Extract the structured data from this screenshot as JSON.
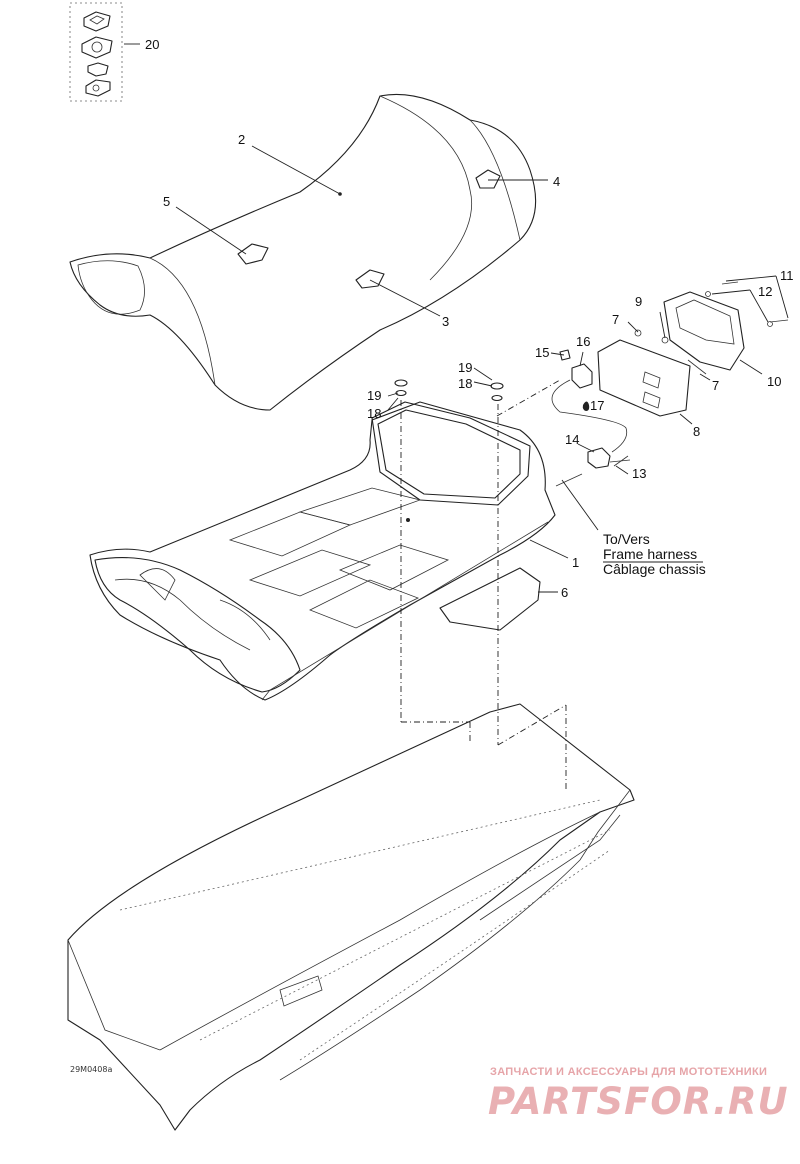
{
  "callouts": {
    "c1": "1",
    "c2": "2",
    "c3": "3",
    "c4": "4",
    "c5": "5",
    "c6": "6",
    "c7a": "7",
    "c7b": "7",
    "c8": "8",
    "c9": "9",
    "c10": "10",
    "c11": "11",
    "c12": "12",
    "c13": "13",
    "c14": "14",
    "c15": "15",
    "c16": "16",
    "c17": "17",
    "c18a": "18",
    "c18b": "18",
    "c19a": "19",
    "c19b": "19",
    "c20": "20"
  },
  "reference_note": {
    "line1": "To/Vers",
    "line2": "Frame harness",
    "line3": "Câblage chassis"
  },
  "drawing_code": "29M0408a",
  "watermark": {
    "tagline": "ЗАПЧАСТИ И АКСЕССУАРЫ ДЛЯ МОТОТЕХНИКИ",
    "logo": "PARTSFOR.RU"
  }
}
